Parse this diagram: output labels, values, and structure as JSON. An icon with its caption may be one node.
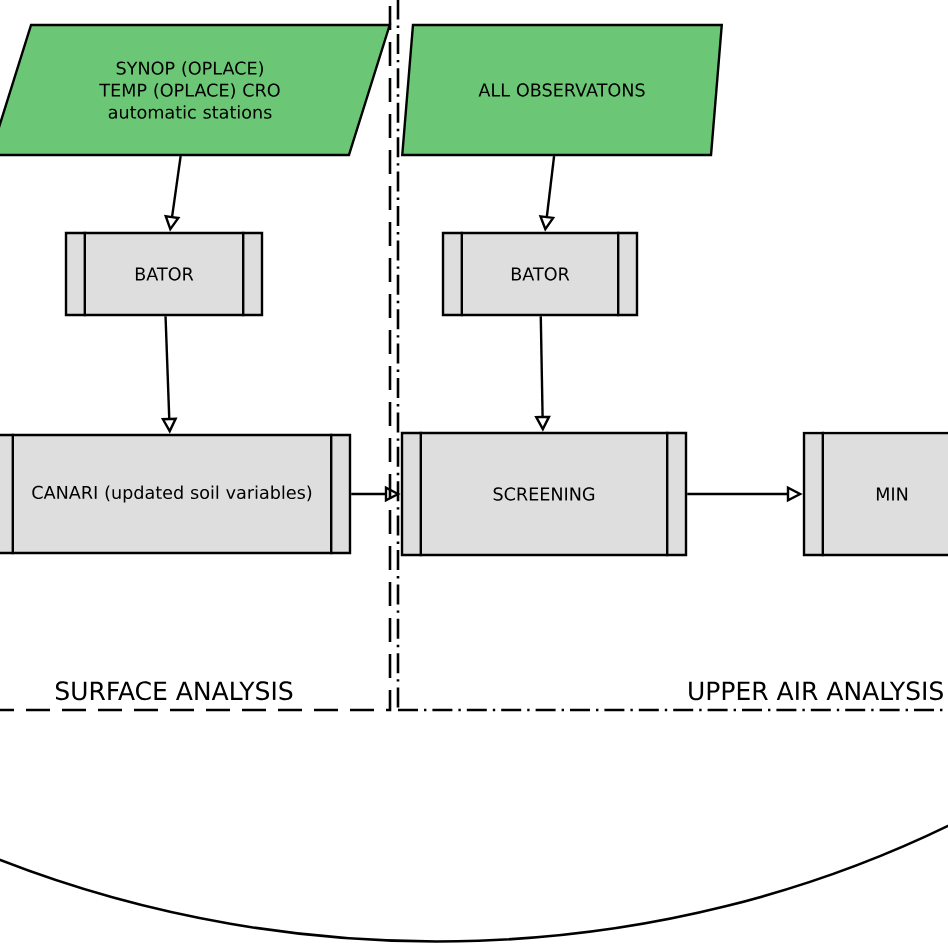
{
  "diagram": {
    "nodes": [
      {
        "text": [
          "SURFACE ANALYSIS"
        ]
      },
      {
        "text": [
          "SYNOP (OPLACE) TEMP (OPLACE) CRO automatic stations"
        ],
        "in": 0
      },
      {
        "text": [
          "BATOR"
        ],
        "in": 0
      },
      {
        "text": [
          "CANARI (updated soil variables)"
        ],
        "in": 0
      },
      {
        "text": [
          "UPPER AIR ANALYSIS"
        ]
      },
      {
        "text": [
          "ALL OBSERVATONS"
        ],
        "in": 4
      },
      {
        "text": [
          "BATOR"
        ],
        "in": 4
      },
      {
        "text": [
          "SCREENING"
        ],
        "in": 4
      },
      {
        "text": [
          "MIN"
        ],
        "in": 4
      }
    ],
    "edges": [
      {
        "from": 1,
        "to": 2,
        "arrow": "to"
      },
      {
        "from": 2,
        "to": 3,
        "arrow": "to"
      },
      {
        "from": 3,
        "to": 7,
        "arrow": "to"
      },
      {
        "from": 5,
        "to": 6,
        "arrow": "to"
      },
      {
        "from": 6,
        "to": 7,
        "arrow": "to"
      },
      {
        "from": 7,
        "to": 8,
        "arrow": "to"
      }
    ]
  }
}
